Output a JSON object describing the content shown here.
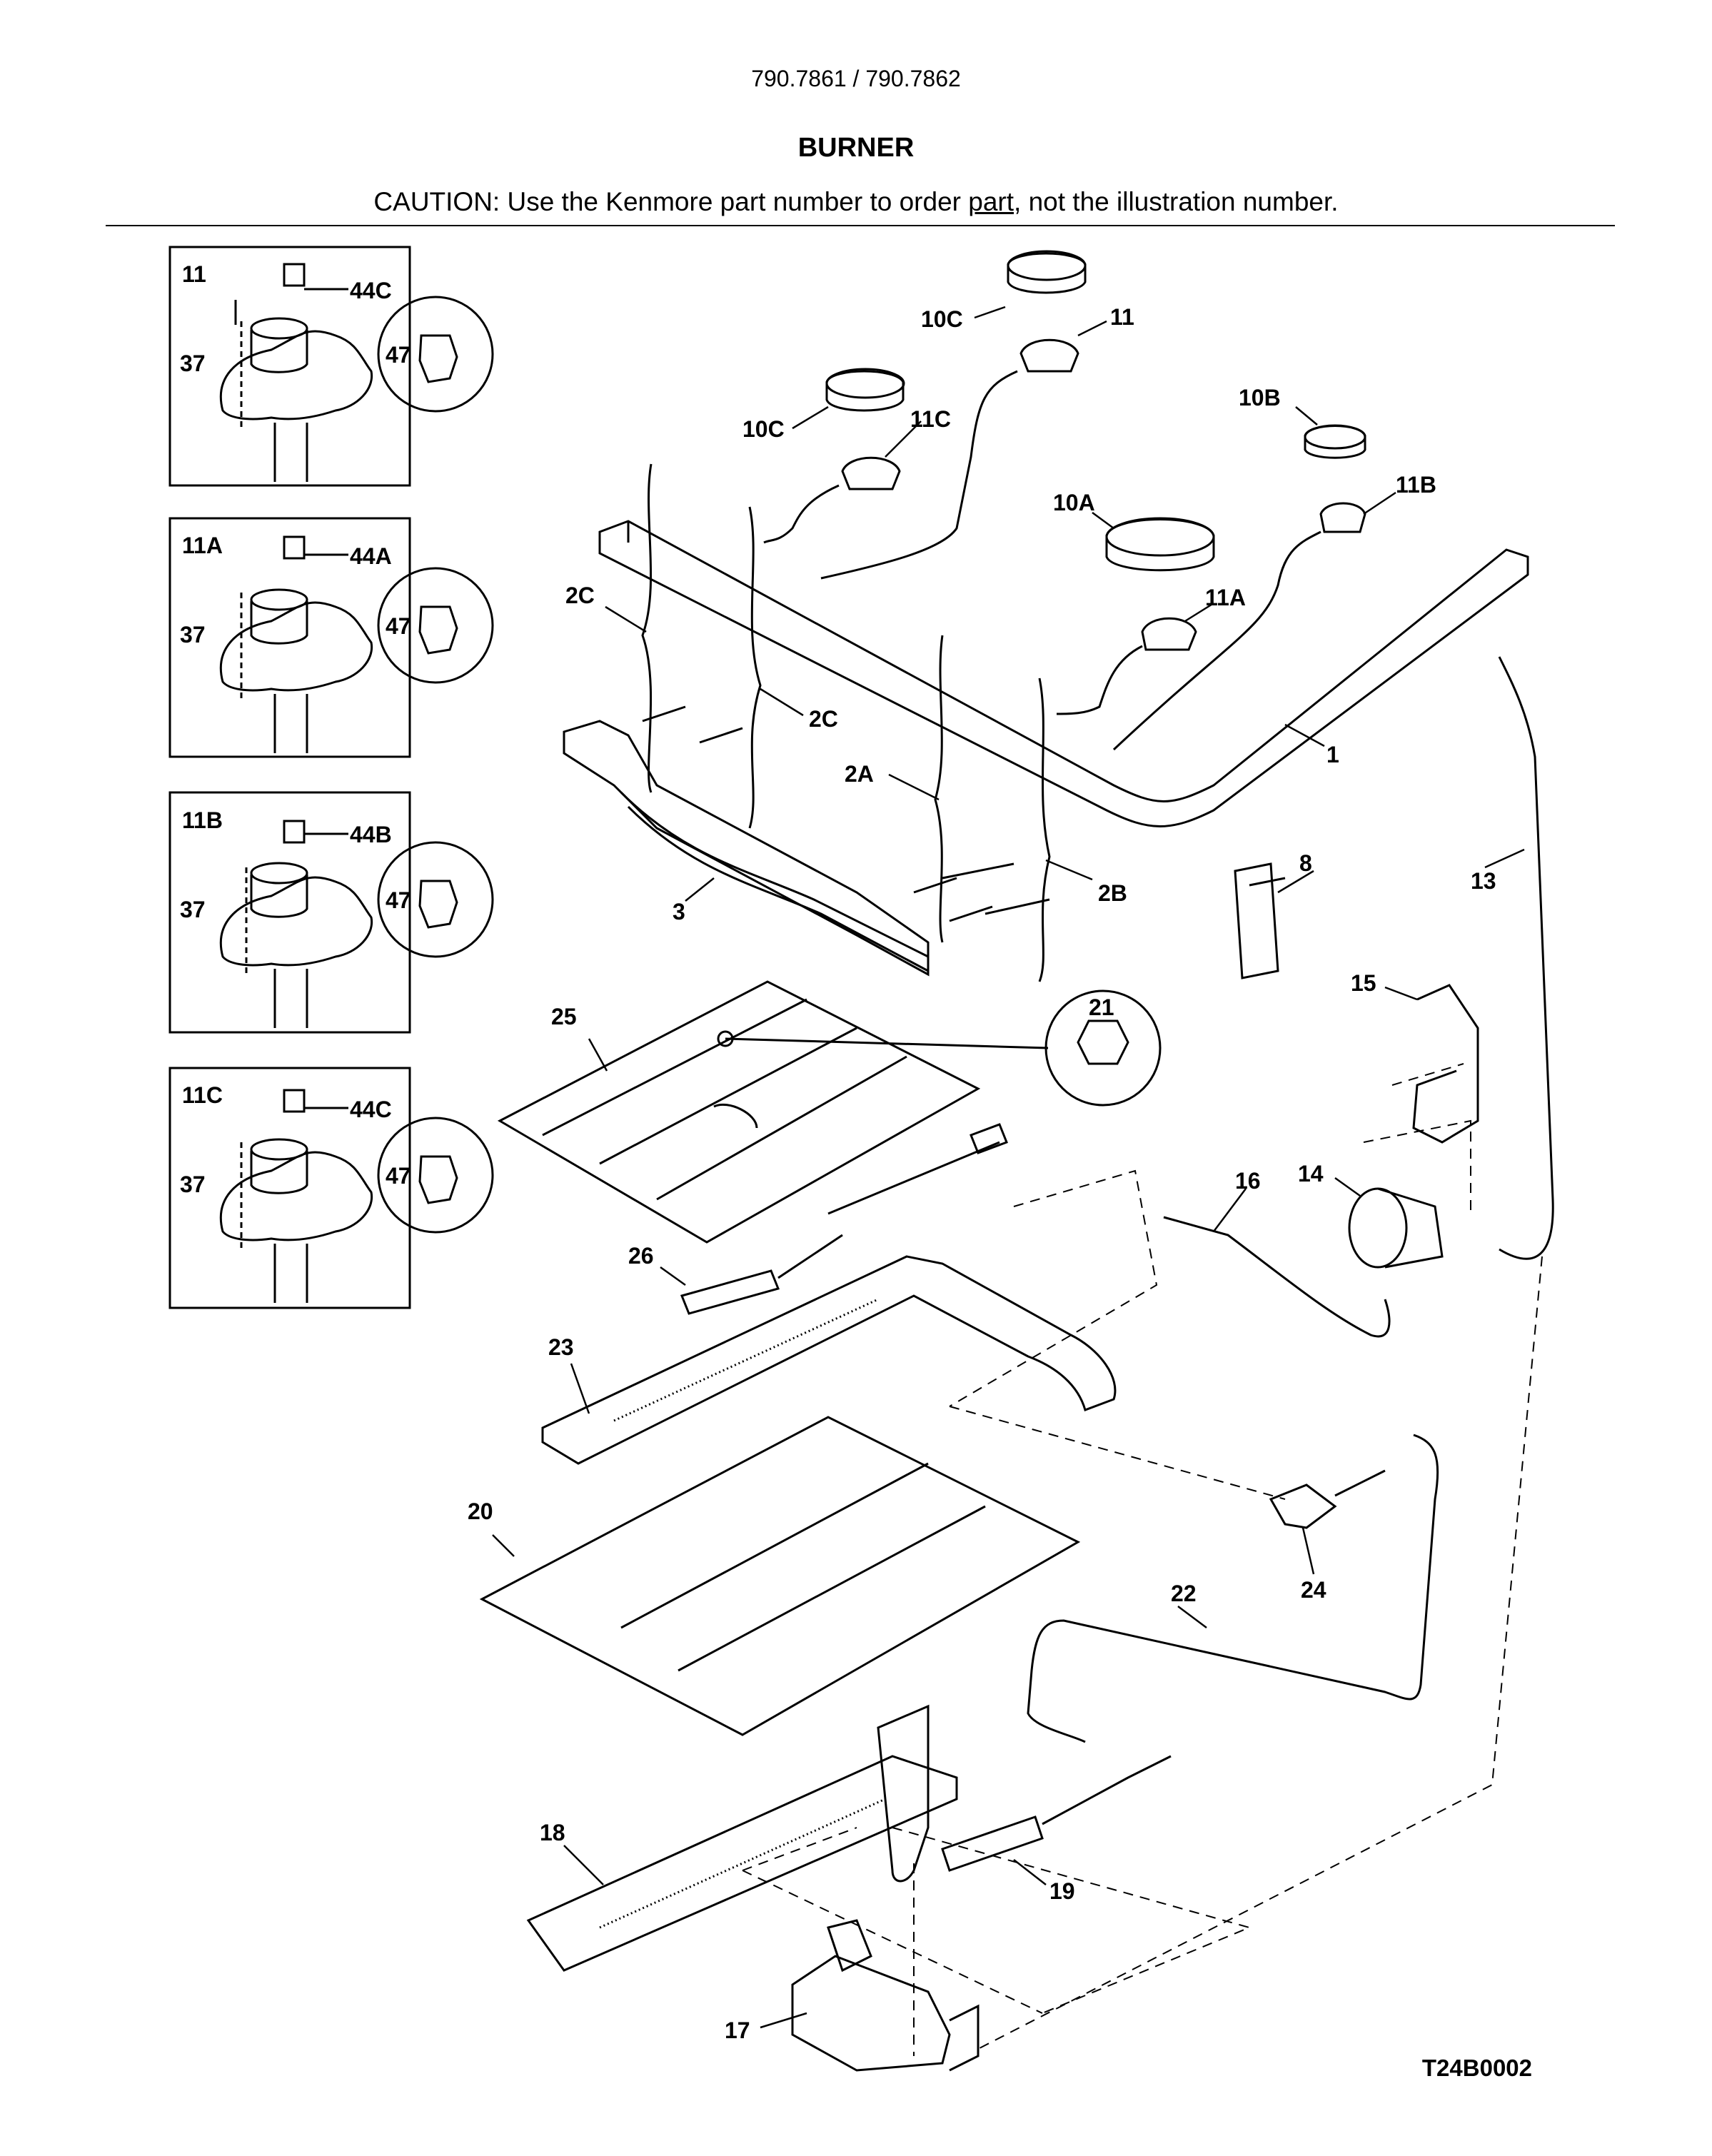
{
  "header": {
    "model": "790.7861 / 790.7862",
    "title": "BURNER",
    "caution_before": "CAUTION: Use the Kenmore part number to order ",
    "caution_underlined": "part",
    "caution_after": ", not the illustration number."
  },
  "insets": [
    {
      "valve": "11",
      "screw": "37",
      "cap": "44C",
      "knob": "47"
    },
    {
      "valve": "11A",
      "screw": "37",
      "cap": "44A",
      "knob": "47"
    },
    {
      "valve": "11B",
      "screw": "37",
      "cap": "44B",
      "knob": "47"
    },
    {
      "valve": "11C",
      "screw": "37",
      "cap": "44C",
      "knob": "47"
    }
  ],
  "callouts": {
    "p10c_top": "10C",
    "p11_top": "11",
    "p10c_left": "10C",
    "p11c": "11C",
    "p10b": "10B",
    "p11b": "11B",
    "p10a": "10A",
    "p11a": "11A",
    "p2c_left": "2C",
    "p2c_right": "2C",
    "p2a": "2A",
    "p2b": "2B",
    "p1": "1",
    "p3": "3",
    "p8": "8",
    "p13": "13",
    "p15": "15",
    "p14": "14",
    "p16": "16",
    "p21": "21",
    "p25": "25",
    "p26": "26",
    "p23": "23",
    "p20": "20",
    "p24": "24",
    "p22": "22",
    "p18": "18",
    "p19": "19",
    "p17": "17"
  },
  "diagram_code": "T24B0002"
}
